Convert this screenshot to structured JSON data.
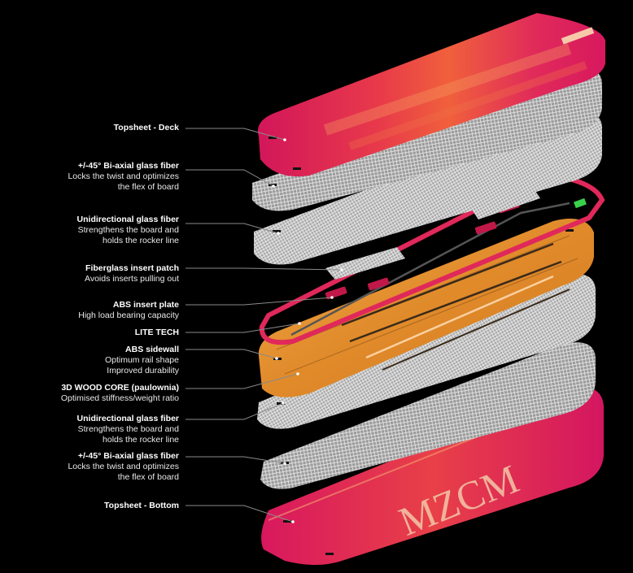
{
  "layers": [
    {
      "title": "Topsheet - Deck",
      "desc": []
    },
    {
      "title": "+/-45° Bi-axial glass fiber",
      "desc": [
        "Locks the twist and optimizes",
        "the flex of board"
      ]
    },
    {
      "title": "Unidirectional glass fiber",
      "desc": [
        "Strengthens the board and",
        "holds the rocker line"
      ]
    },
    {
      "title": "Fiberglass insert patch",
      "desc": [
        "Avoids inserts pulling out"
      ]
    },
    {
      "title": "ABS insert plate",
      "desc": [
        "High load bearing capacity"
      ]
    },
    {
      "title": "LITE TECH",
      "desc": []
    },
    {
      "title": "ABS sidewall",
      "desc": [
        "Optimum rail shape",
        "Improved durability"
      ]
    },
    {
      "title": "3D WOOD CORE (paulownia)",
      "desc": [
        "Optimised stiffness/weight ratio"
      ]
    },
    {
      "title": "Unidirectional glass fiber",
      "desc": [
        "Strengthens the board and",
        "holds the rocker line"
      ]
    },
    {
      "title": "+/-45° Bi-axial glass fiber",
      "desc": [
        "Locks the twist and optimizes",
        "the flex of board"
      ]
    },
    {
      "title": "Topsheet - Bottom",
      "desc": []
    }
  ],
  "colors": {
    "background": "#000000",
    "topsheet": "#d81a5e",
    "topsheet_accent": "#f2643a",
    "fiber": "#cfcfcf",
    "wood": "#e89a3a",
    "sidewall": "#e0285a",
    "insert_plate": "#c01848",
    "lead_line": "#8a8a8a"
  }
}
